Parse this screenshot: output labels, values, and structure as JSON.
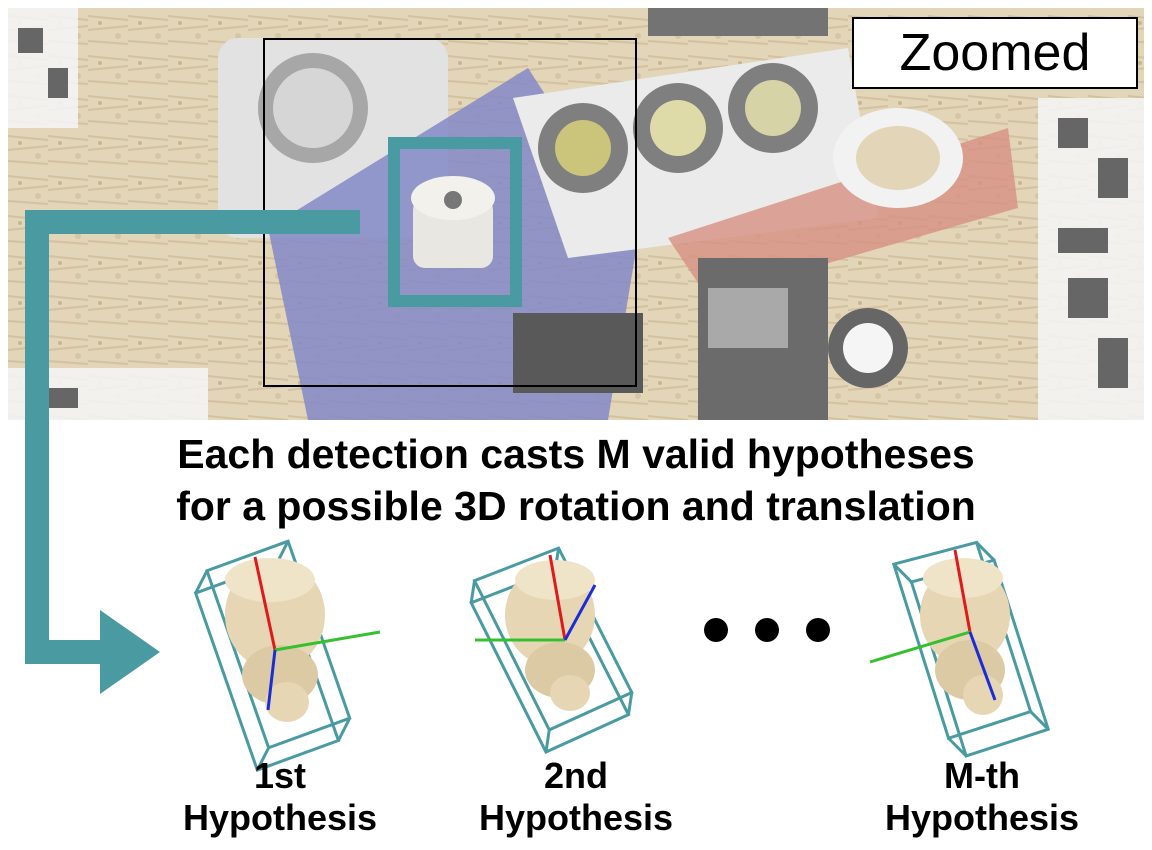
{
  "zoom_label": "Zoomed",
  "caption": {
    "line1": "Each detection casts M valid hypotheses",
    "line2": "for a possible 3D rotation and translation"
  },
  "hypotheses": [
    {
      "line1": "1st",
      "line2": "Hypothesis"
    },
    {
      "line1": "2nd",
      "line2": "Hypothesis"
    },
    {
      "line1": "M-th",
      "line2": "Hypothesis"
    }
  ],
  "colors": {
    "accent": "#4a9aa2",
    "axis_x": "#35c02f",
    "axis_y": "#e01a1a",
    "axis_z": "#1b2dd6",
    "object": "#e6d6b4"
  }
}
